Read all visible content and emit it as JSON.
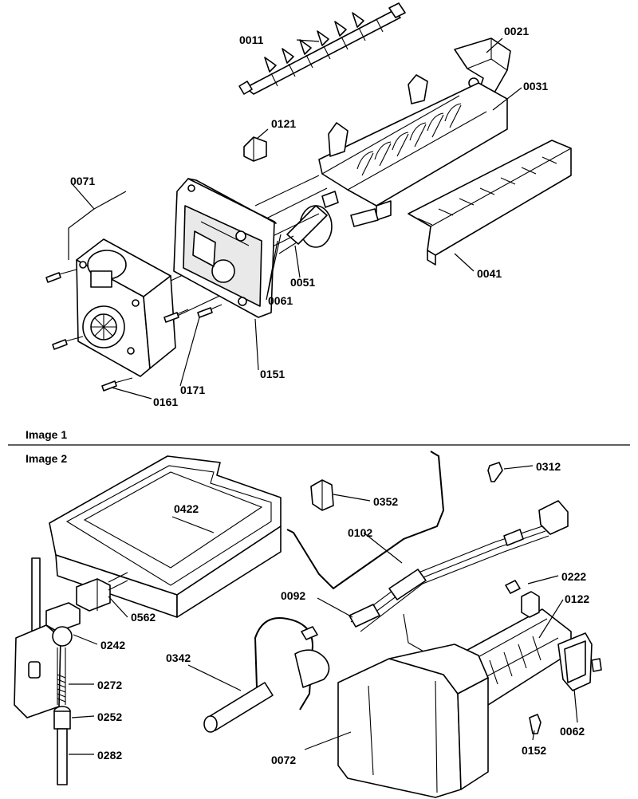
{
  "sections": [
    {
      "label": "Image 1"
    },
    {
      "label": "Image 2"
    }
  ],
  "callouts": [
    {
      "id": "0011"
    },
    {
      "id": "0021"
    },
    {
      "id": "0031"
    },
    {
      "id": "0121"
    },
    {
      "id": "0071"
    },
    {
      "id": "0041"
    },
    {
      "id": "0051"
    },
    {
      "id": "0061"
    },
    {
      "id": "0151"
    },
    {
      "id": "0171"
    },
    {
      "id": "0161"
    },
    {
      "id": "0312"
    },
    {
      "id": "0352"
    },
    {
      "id": "0422"
    },
    {
      "id": "0102"
    },
    {
      "id": "0222"
    },
    {
      "id": "0092"
    },
    {
      "id": "0122"
    },
    {
      "id": "0562"
    },
    {
      "id": "0242"
    },
    {
      "id": "0342"
    },
    {
      "id": "0272"
    },
    {
      "id": "0252"
    },
    {
      "id": "0062"
    },
    {
      "id": "0152"
    },
    {
      "id": "0282"
    },
    {
      "id": "0072"
    }
  ]
}
